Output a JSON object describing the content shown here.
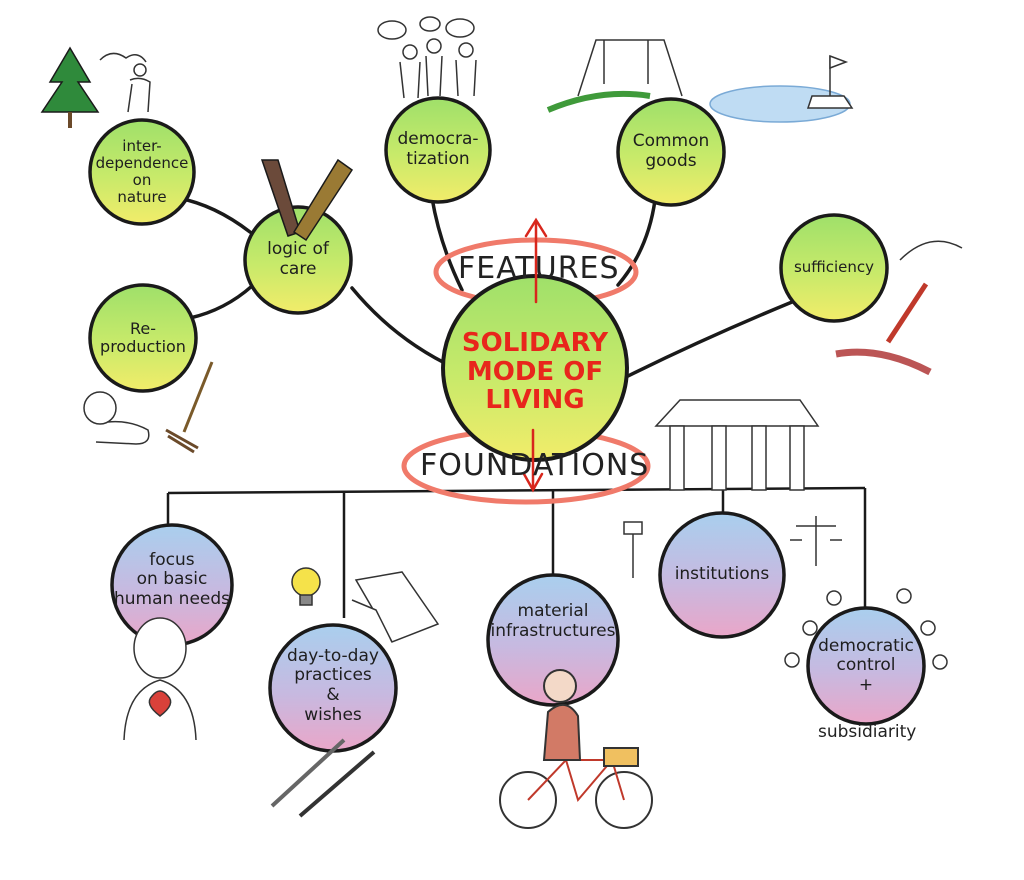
{
  "center": {
    "label": "SOLIDARY\nMODE OF\nLIVING"
  },
  "sections": {
    "features": "FEATURES",
    "foundations": "FOUNDATIONS"
  },
  "features": [
    {
      "id": "interdependence",
      "label": "inter-\ndependence\non\nnature"
    },
    {
      "id": "logic-of-care",
      "label": "logic of\ncare"
    },
    {
      "id": "reproduction",
      "label": "Re-\nproduction"
    },
    {
      "id": "democratization",
      "label": "democra-\ntization"
    },
    {
      "id": "common-goods",
      "label": "Common\ngoods"
    },
    {
      "id": "sufficiency",
      "label": "sufficiency"
    }
  ],
  "foundations": [
    {
      "id": "basic-needs",
      "label": "focus\non basic\nhuman needs"
    },
    {
      "id": "day-to-day",
      "label": "day-to-day\npractices\n&\nwishes"
    },
    {
      "id": "material-infrastructures",
      "label": "material\ninfrastructures"
    },
    {
      "id": "institutions",
      "label": "institutions"
    },
    {
      "id": "democratic-control",
      "label": "democratic\ncontrol\n+"
    }
  ],
  "extra_text": {
    "subsidiarity": "subsidiarity"
  },
  "colors": {
    "green": "#a9e36b",
    "yellow": "#f2ec6a",
    "blue": "#a9cfee",
    "pink": "#e7a6c9",
    "red_accent": "#e8261c",
    "salmon_ring": "#f07a6a",
    "line": "#1a1a1a"
  }
}
